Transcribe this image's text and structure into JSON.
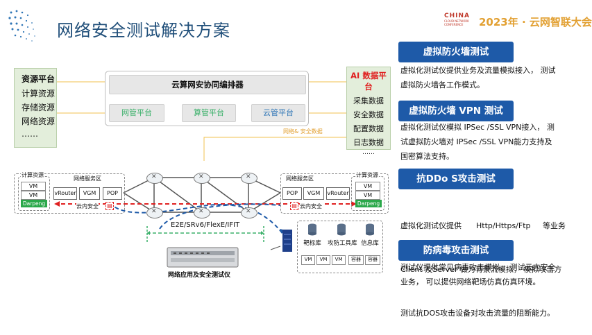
{
  "title": "网络安全测试解决方案",
  "brand": {
    "china": "CHINA",
    "conf_line1": "CLOUD NETWORK",
    "conf_line2": "CONFERENCE",
    "year_text": "2023年 · 云网智联大会"
  },
  "resource_platform": {
    "title": "资源平台",
    "items": [
      "计算资源",
      "存储资源",
      "网络资源",
      "……"
    ]
  },
  "orchestrator": {
    "title": "云算网安协同编排器",
    "platforms": [
      "网管平台",
      "算管平台",
      "云管平台"
    ]
  },
  "ai_platform": {
    "title": "AI 数据平台",
    "items": [
      "采集数据",
      "安全数据",
      "配置数据",
      "日志数据",
      "……"
    ]
  },
  "flow_label": "网络& 安全数据",
  "topology": {
    "left_dc": {
      "compute_label": "计算资源",
      "service_label": "网络服务区",
      "vms": [
        "VM",
        "VM"
      ],
      "darpeng": "Darpeng",
      "vrouter": "vRouter",
      "vgm": "VGM",
      "pop": "POP",
      "inner_security": "云内安全"
    },
    "right_dc": {
      "compute_label": "计算资源",
      "service_label": "网络服务区",
      "vms": [
        "VM",
        "VM"
      ],
      "darpeng": "Darpeng",
      "vrouter": "vRouter",
      "vgm": "VGM",
      "pop": "POP",
      "inner_security": "云内安全"
    },
    "tunnel_label": "E2E/SRv6/FlexE/IFIT",
    "tester_label": "网络应用及安全测试仪",
    "range": {
      "libs": [
        "靶标库",
        "攻防工具库",
        "信息库"
      ],
      "units": [
        "VM",
        "VM",
        "VM",
        "容器",
        "容器"
      ]
    }
  },
  "sections": [
    {
      "head": "虚拟防火墙测试",
      "text": [
        "虚拟化测试仪提供业务及流量模拟接入， 测试",
        "虚拟防火墙各工作模式。"
      ]
    },
    {
      "head": "虚拟防火墙 VPN 测试",
      "text": [
        "虚拟化测试仪模拟 IPSec /SSL VPN接入， 测",
        "试虚拟防火墙对 IPSec /SSL VPN能力支持及",
        "国密算法支持。"
      ]
    },
    {
      "head": "抗DDo S攻击测试",
      "text": [
        "虚拟化测试仪提供      Http/Https/Ftp     等业务",
        "Client 及Server 做为背景流模拟， 模拟攻击方",
        "测试抗DOS攻击设备对攻击流量的阻断能力。"
      ]
    },
    {
      "head": "防病毒攻击测试",
      "text": [
        "测试仪提供常见病毒攻击模拟， 测试云内安全",
        "业务， 可以提供网络靶场仿真仿真环境。"
      ]
    }
  ]
}
